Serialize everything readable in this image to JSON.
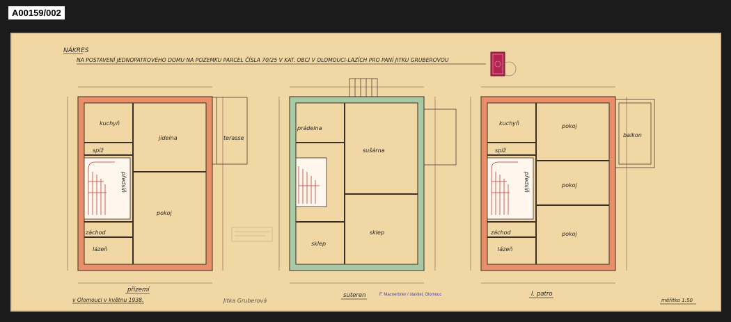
{
  "archive_id": "A00159/002",
  "title": {
    "line1": "NÁKRES",
    "line2": "NA POSTAVENÍ  JEDNOPATROVÉHO DOMU NA POZEMKU PARCEL ČÍSLA 70/25  V KAT. OBCI V OLOMOUCI-LAZÍCH   PRO PANÍ JITKU GRUBEROVOU"
  },
  "plans": [
    {
      "label": "přízemí",
      "rooms": [
        "kuchyň",
        "jídelna",
        "terasse",
        "spíž",
        "předsíň",
        "pokoj",
        "záchod",
        "lázeň"
      ]
    },
    {
      "label": "suteren",
      "rooms": [
        "prádelna",
        "sušárna",
        "sklep",
        "sklep"
      ]
    },
    {
      "label": "I. patro",
      "rooms": [
        "kuchyň",
        "pokoj",
        "balkon",
        "spíž",
        "předsíň",
        "pokoj",
        "záchod",
        "pokoj",
        "lázeň"
      ]
    }
  ],
  "footer": {
    "place_date": "v Olomouci v květnu 1938.",
    "signature": "Jitka Gruberová",
    "stamp": "F. Macnerbrler / stavitel, Olomouc",
    "scale": "měřítko 1:50"
  },
  "colors": {
    "paper": "#f1d7a3",
    "wall_red": "#e9906a",
    "wall_green": "#a9c9a4"
  }
}
